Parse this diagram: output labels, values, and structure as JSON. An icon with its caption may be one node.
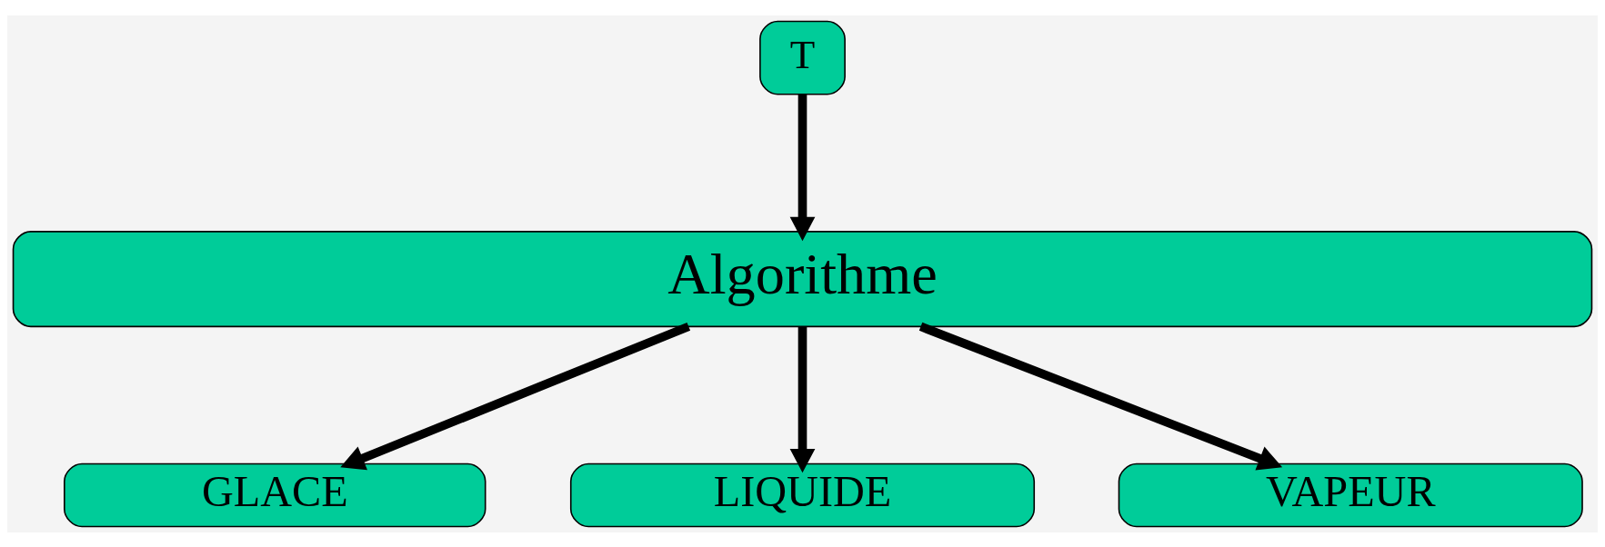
{
  "diagram": {
    "nodes": [
      {
        "text": [
          "T"
        ]
      },
      {
        "text": [
          "Algorithme"
        ]
      },
      {
        "text": [
          "GLACE"
        ]
      },
      {
        "text": [
          "LIQUIDE"
        ]
      },
      {
        "text": [
          "VAPEUR"
        ]
      }
    ],
    "edges": [
      {
        "from": 0,
        "to": 1,
        "arrow": "to"
      },
      {
        "from": 1,
        "to": 2,
        "arrow": "to"
      },
      {
        "from": 1,
        "to": 3,
        "arrow": "to"
      },
      {
        "from": 1,
        "to": 4,
        "arrow": "to"
      }
    ]
  }
}
